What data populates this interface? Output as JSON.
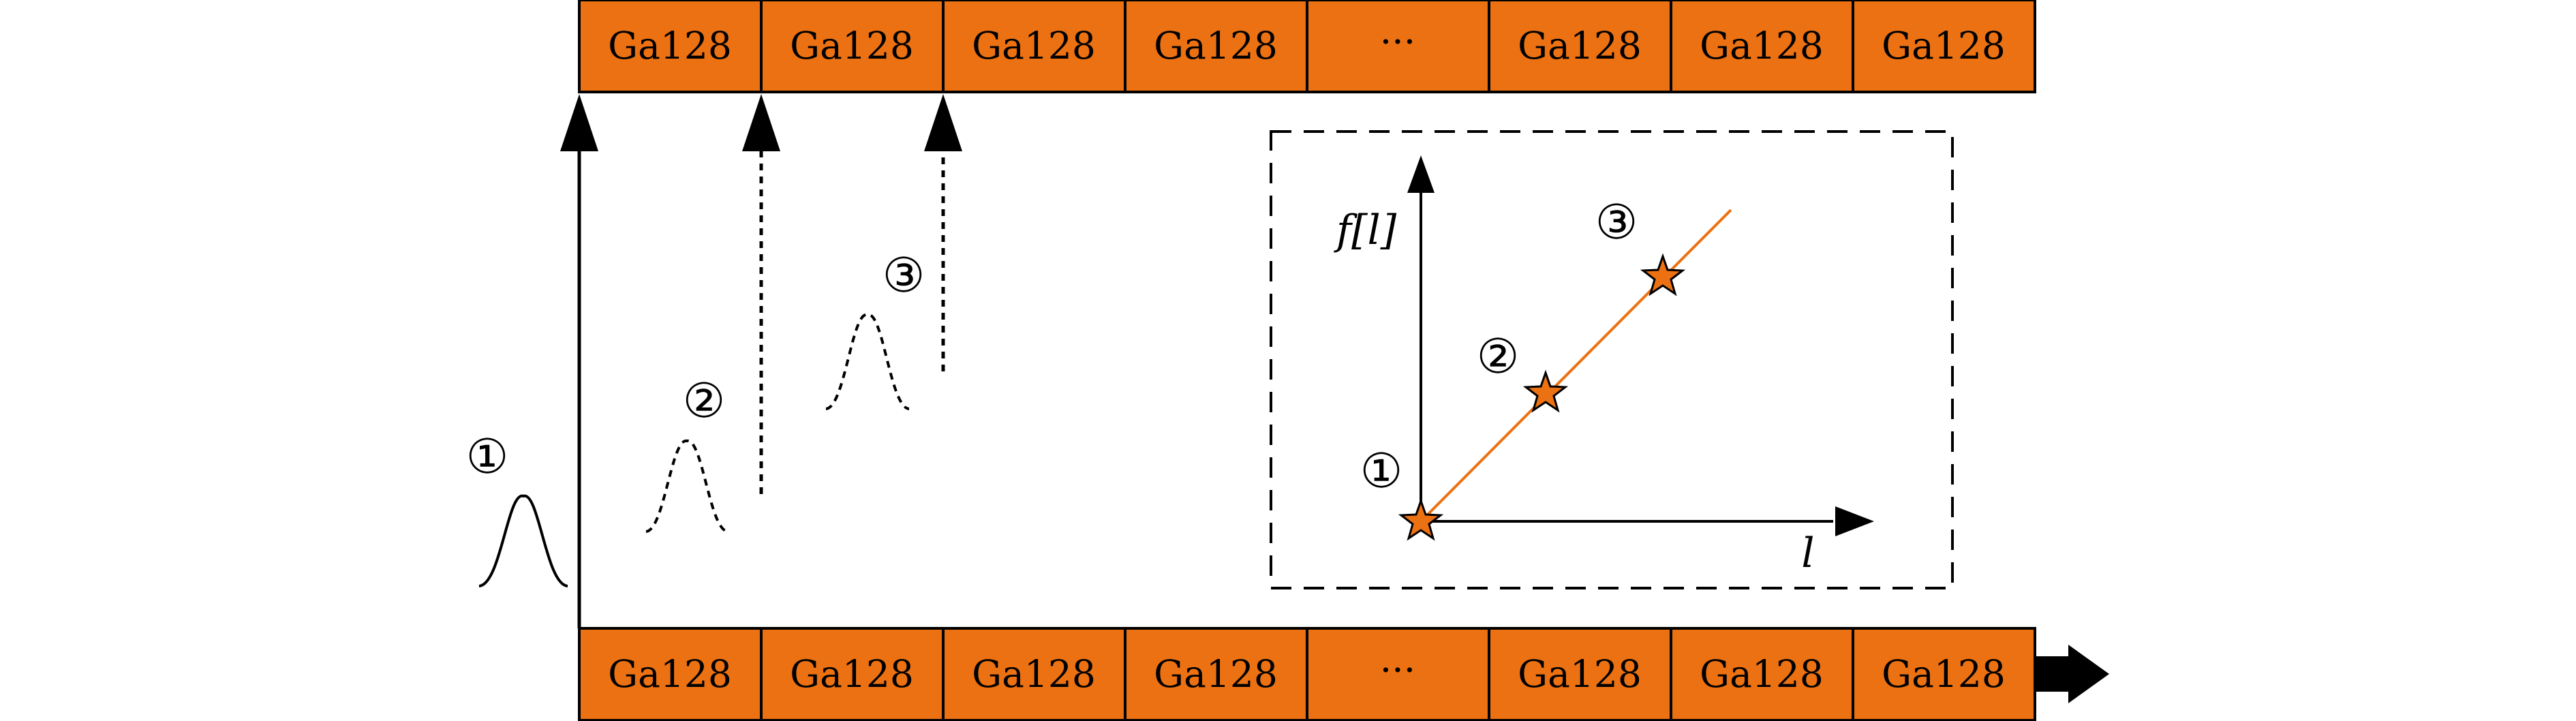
{
  "colors": {
    "cell_fill": "#ec7112",
    "line_orange": "#ec7112",
    "stroke": "#000000"
  },
  "top_register": {
    "cells": [
      "Ga128",
      "Ga128",
      "Ga128",
      "Ga128",
      "···",
      "Ga128",
      "Ga128",
      "Ga128"
    ]
  },
  "bottom_register": {
    "cells": [
      "Ga128",
      "Ga128",
      "Ga128",
      "Ga128",
      "···",
      "Ga128",
      "Ga128",
      "Ga128"
    ]
  },
  "pulses": {
    "p1": "①",
    "p2": "②",
    "p3": "③"
  },
  "inset": {
    "y_label": "f[l]",
    "x_label": "l",
    "point1": "①",
    "point2": "②",
    "point3": "③"
  }
}
